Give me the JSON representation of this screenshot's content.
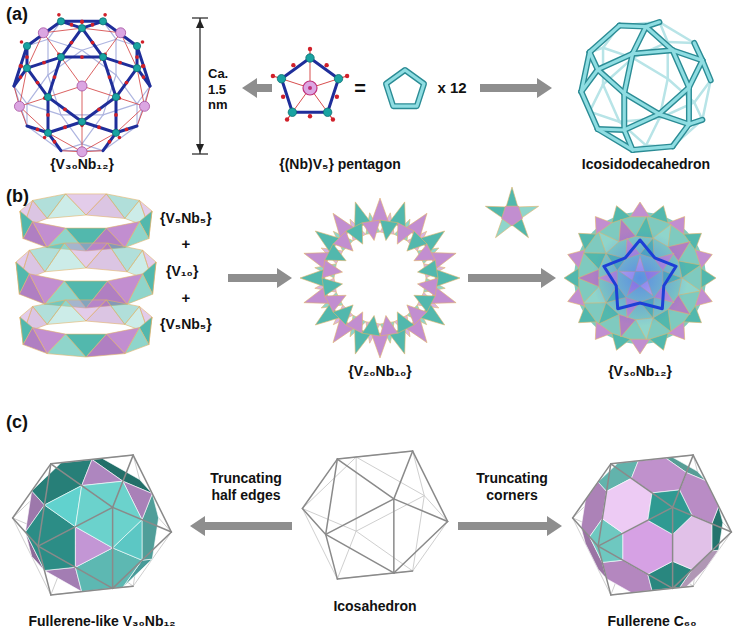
{
  "diagram": {
    "labels": [
      "(a)",
      "{V₃₀Nb₁₂}",
      "Ca. 1.5 nm",
      "{(Nb)V₅} pentagon",
      "=",
      "x 12",
      "Icosidodecahedron",
      "(b)",
      "{V₅Nb₅}",
      "+",
      "{V₁₀}",
      "+",
      "{V₅Nb₅}",
      "{V₂₀Nb₁₀}",
      "{V₃₀Nb₁₂}",
      "(c)",
      "Truncating half edges",
      "Truncating corners",
      "Fullerene-like V₃₀Nb₁₂",
      "Icosahedron",
      "Fullerene C₆₀"
    ]
  }
}
